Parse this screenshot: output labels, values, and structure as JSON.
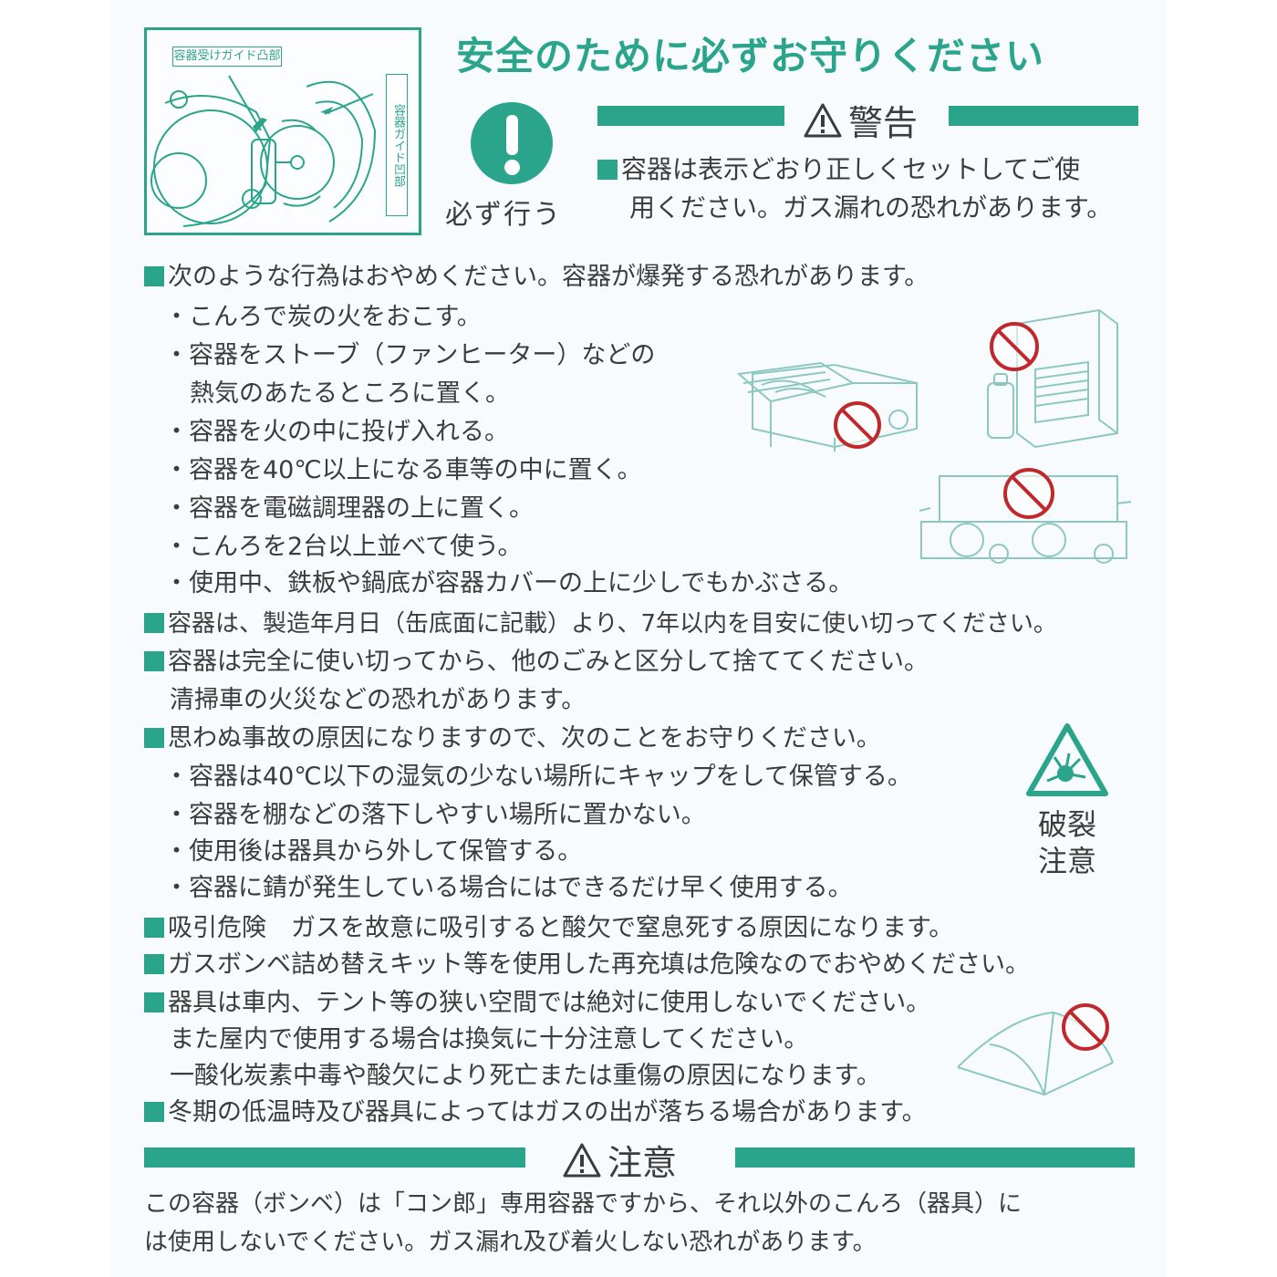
{
  "figure": {
    "label_top": "容器受けガイド凸部",
    "label_side": "容器ガイド凹部"
  },
  "title": "安全のために必ずお守りください",
  "must_do": {
    "icon": "exclamation-icon",
    "label": "必ず行う"
  },
  "warning": {
    "heading": "警告",
    "text_line1": "容器は表示どおり正しくセットしてご使",
    "text_line2": "用ください。ガス漏れの恐れがあります。"
  },
  "body_lines": [
    {
      "bullet": "square",
      "text": "次のような行為はおやめください。容器が爆発する恐れがあります。"
    },
    {
      "bullet": "dot",
      "text": "・こんろで炭の火をおこす。"
    },
    {
      "bullet": "dot",
      "text": "・容器をストーブ（ファンヒーター）などの"
    },
    {
      "bullet": "none",
      "text": "熱気のあたるところに置く。"
    },
    {
      "bullet": "dot",
      "text": "・容器を火の中に投げ入れる。"
    },
    {
      "bullet": "dot",
      "text": "・容器を40℃以上になる車等の中に置く。"
    },
    {
      "bullet": "dot",
      "text": "・容器を電磁調理器の上に置く。"
    },
    {
      "bullet": "dot",
      "text": "・こんろを2台以上並べて使う。"
    },
    {
      "bullet": "dot",
      "text": "・使用中、鉄板や鍋底が容器カバーの上に少しでもかぶさる。"
    },
    {
      "bullet": "square",
      "text": "容器は、製造年月日（缶底面に記載）より、7年以内を目安に使い切ってください。"
    },
    {
      "bullet": "square",
      "text": "容器は完全に使い切ってから、他のごみと区分して捨ててください。"
    },
    {
      "bullet": "none",
      "text": "清掃車の火災などの恐れがあります。"
    },
    {
      "bullet": "square",
      "text": "思わぬ事故の原因になりますので、次のことをお守りください。"
    },
    {
      "bullet": "dot",
      "text": "・容器は40℃以下の湿気の少ない場所にキャップをして保管する。"
    },
    {
      "bullet": "dot",
      "text": "・容器を棚などの落下しやすい場所に置かない。"
    },
    {
      "bullet": "dot",
      "text": "・使用後は器具から外して保管する。"
    },
    {
      "bullet": "dot",
      "text": "・容器に錆が発生している場合にはできるだけ早く使用する。"
    },
    {
      "bullet": "square",
      "text": "吸引危険　ガスを故意に吸引すると酸欠で窒息死する原因になります。"
    },
    {
      "bullet": "square",
      "text": "ガスボンベ詰め替えキット等を使用した再充填は危険なのでおやめください。"
    },
    {
      "bullet": "square",
      "text": "器具は車内、テント等の狭い空間では絶対に使用しないでください。"
    },
    {
      "bullet": "none",
      "text": "また屋内で使用する場合は換気に十分注意してください。"
    },
    {
      "bullet": "none",
      "text": "一酸化炭素中毒や酸欠により死亡または重傷の原因になります。"
    },
    {
      "bullet": "square",
      "text": "冬期の低温時及び器具によってはガスの出が落ちる場合があります。"
    }
  ],
  "burst": {
    "icon": "explosion-warning-icon",
    "line1": "破裂",
    "line2": "注意"
  },
  "caution": {
    "heading": "注意",
    "text_line1": "この容器（ボンベ）は「コン郎」専用容器ですから、それ以外のこんろ（器具）に",
    "text_line2": "は使用しないでください。ガス漏れ及び着火しない恐れがあります。"
  },
  "colors": {
    "accent": "#2aa58c",
    "prohibit": "#c0282c",
    "text": "#3c3c3c"
  }
}
